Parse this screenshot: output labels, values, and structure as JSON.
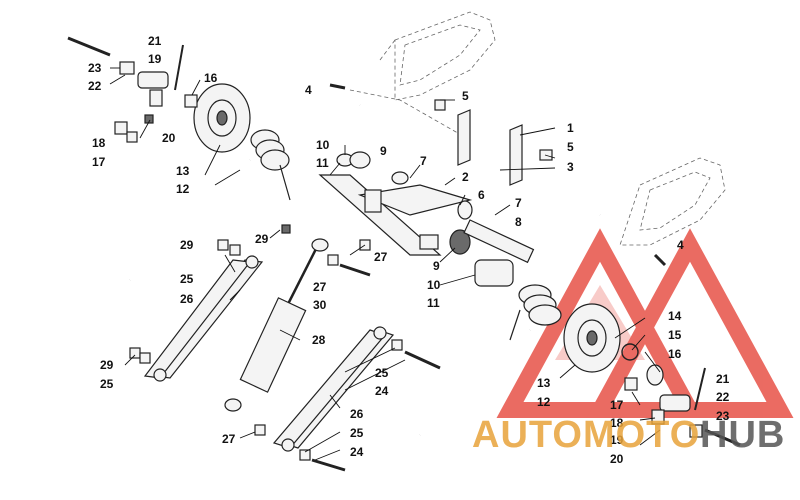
{
  "diagram": {
    "callouts": [
      {
        "id": "c21a",
        "label": "21"
      },
      {
        "id": "c19a",
        "label": "19"
      },
      {
        "id": "c23a",
        "label": "23"
      },
      {
        "id": "c22a",
        "label": "22"
      },
      {
        "id": "c16a",
        "label": "16"
      },
      {
        "id": "c18a",
        "label": "18"
      },
      {
        "id": "c20a",
        "label": "20"
      },
      {
        "id": "c17a",
        "label": "17"
      },
      {
        "id": "c13a",
        "label": "13"
      },
      {
        "id": "c12a",
        "label": "12"
      },
      {
        "id": "c4a",
        "label": "4"
      },
      {
        "id": "c5a",
        "label": "5"
      },
      {
        "id": "c1",
        "label": "1"
      },
      {
        "id": "c5b",
        "label": "5"
      },
      {
        "id": "c3",
        "label": "3"
      },
      {
        "id": "c10a",
        "label": "10"
      },
      {
        "id": "c9a",
        "label": "9"
      },
      {
        "id": "c11a",
        "label": "11"
      },
      {
        "id": "c7a",
        "label": "7"
      },
      {
        "id": "c2",
        "label": "2"
      },
      {
        "id": "c6",
        "label": "6"
      },
      {
        "id": "c7b",
        "label": "7"
      },
      {
        "id": "c8",
        "label": "8"
      },
      {
        "id": "c29a",
        "label": "29"
      },
      {
        "id": "c27a",
        "label": "27"
      },
      {
        "id": "c29b",
        "label": "29"
      },
      {
        "id": "c25a",
        "label": "25"
      },
      {
        "id": "c26a",
        "label": "26"
      },
      {
        "id": "c27b",
        "label": "27"
      },
      {
        "id": "c30",
        "label": "30"
      },
      {
        "id": "c9b",
        "label": "9"
      },
      {
        "id": "c10b",
        "label": "10"
      },
      {
        "id": "c11b",
        "label": "11"
      },
      {
        "id": "c4b",
        "label": "4"
      },
      {
        "id": "c28",
        "label": "28"
      },
      {
        "id": "c14",
        "label": "14"
      },
      {
        "id": "c15",
        "label": "15"
      },
      {
        "id": "c16b",
        "label": "16"
      },
      {
        "id": "c29c",
        "label": "29"
      },
      {
        "id": "c25b",
        "label": "25"
      },
      {
        "id": "c25c",
        "label": "25"
      },
      {
        "id": "c24a",
        "label": "24"
      },
      {
        "id": "c13b",
        "label": "13"
      },
      {
        "id": "c12b",
        "label": "12"
      },
      {
        "id": "c21b",
        "label": "21"
      },
      {
        "id": "c17b",
        "label": "17"
      },
      {
        "id": "c22b",
        "label": "22"
      },
      {
        "id": "c18b",
        "label": "18"
      },
      {
        "id": "c23b",
        "label": "23"
      },
      {
        "id": "c19b",
        "label": "19"
      },
      {
        "id": "c20b",
        "label": "20"
      },
      {
        "id": "c26b",
        "label": "26"
      },
      {
        "id": "c27c",
        "label": "27"
      },
      {
        "id": "c25d",
        "label": "25"
      },
      {
        "id": "c24b",
        "label": "24"
      }
    ]
  },
  "watermark": {
    "text_part1": "AUTOMOTO",
    "text_part2": "HUB",
    "color_primary": "#e8a33a",
    "color_secondary": "#555555",
    "logo_color": "#e43a2e"
  }
}
